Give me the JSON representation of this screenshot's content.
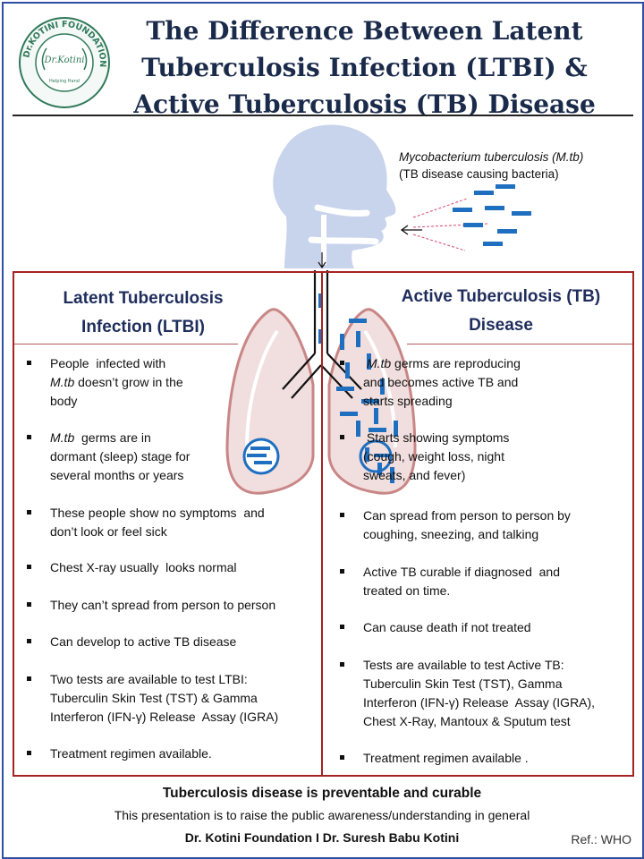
{
  "header": {
    "title_lines": [
      "The Difference Between Latent",
      "Tuberculosis Infection (LTBI) &",
      "Active Tuberculosis (TB) Disease"
    ],
    "logo": {
      "ring_text": "Dr.KOTINI FOUNDATION",
      "center_text": "Dr.Kotini",
      "tagline": "Helping Hand"
    }
  },
  "bacteria_caption": {
    "name": "Mycobacterium tuberculosis (M.tb)",
    "desc": "(TB disease causing bacteria)"
  },
  "ltbi": {
    "heading_lines": [
      "Latent Tuberculosis",
      "Infection (LTBI)"
    ],
    "items": [
      [
        "People  infected with",
        "M.tb doesn’t grow in the",
        "body"
      ],
      [
        "M.tb  germs are in",
        "dormant (sleep) stage for",
        "several months or years"
      ],
      [
        "These people show no symptoms  and",
        "don’t look or feel sick"
      ],
      [
        "Chest X-ray usually  looks normal"
      ],
      [
        "They can’t spread from person to person"
      ],
      [
        "Can develop to active TB disease"
      ],
      [
        "Two tests are available to test LTBI:",
        "Tuberculin Skin Test (TST) & Gamma",
        "Interferon (IFN-γ) Release  Assay (IGRA)"
      ],
      [
        "Treatment regimen available."
      ]
    ]
  },
  "active": {
    "heading_lines": [
      "Active Tuberculosis  (TB)",
      "Disease"
    ],
    "items": [
      [
        " M.tb germs are reproducing",
        "and becomes active TB and",
        "starts spreading"
      ],
      [
        " Starts showing symptoms",
        "(cough, weight loss, night",
        "sweats, and fever)"
      ],
      [
        "Can spread from person to person by",
        "coughing, sneezing, and talking"
      ],
      [
        "Active TB curable if diagnosed  and",
        "treated on time."
      ],
      [
        "Can cause death if not treated"
      ],
      [
        "Tests are available to test Active TB:",
        "Tuberculin Skin Test (TST), Gamma",
        "Interferon (IFN-γ) Release  Assay (IGRA),",
        "Chest X-Ray, Mantoux & Sputum test"
      ],
      [
        "Treatment regimen available ."
      ]
    ]
  },
  "footer": {
    "line1": "Tuberculosis disease is preventable and curable",
    "line2": "This presentation is to raise the public awareness/understanding  in general",
    "line3": "Dr. Kotini Foundation  I   Dr. Suresh Babu Kotini",
    "ref": "Ref.: WHO"
  },
  "colors": {
    "frame": "#2e4fa3",
    "panel_border": "#a52323",
    "heading": "#1f2d5c",
    "lung": "#e8c9c9",
    "lung_outline": "#c98686",
    "bacteria": "#1e6fc0",
    "head": "#c8d3ec"
  }
}
